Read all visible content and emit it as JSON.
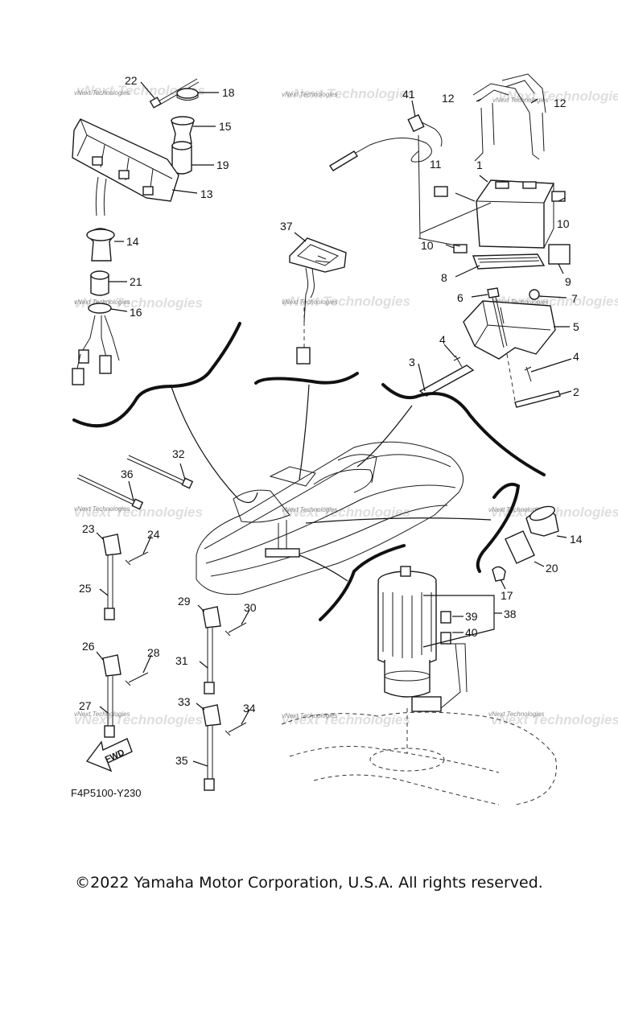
{
  "diagram": {
    "code": "F4P5100-Y230",
    "fwd_label": "FWD",
    "watermark": "vNext Technologies",
    "callouts": [
      "1",
      "2",
      "3",
      "4",
      "5",
      "6",
      "7",
      "8",
      "9",
      "10",
      "11",
      "12",
      "13",
      "14",
      "15",
      "16",
      "17",
      "18",
      "19",
      "20",
      "21",
      "22",
      "23",
      "24",
      "25",
      "26",
      "27",
      "28",
      "29",
      "30",
      "31",
      "32",
      "33",
      "34",
      "35",
      "36",
      "37",
      "38",
      "39",
      "40",
      "41"
    ]
  },
  "footer": {
    "copyright": "©2022 Yamaha Motor Corporation, U.S.A. All rights reserved."
  }
}
